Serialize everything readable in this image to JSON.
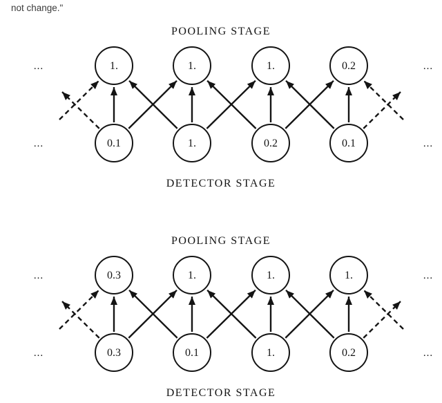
{
  "page": {
    "fragment_text": "not change.\""
  },
  "colors": {
    "ink": "#141414",
    "background": "#ffffff"
  },
  "diagrams": [
    {
      "pooling_title": "POOLING STAGE",
      "detector_title": "DETECTOR STAGE",
      "ellipsis": "...",
      "pooling_values": [
        "1.",
        "1.",
        "1.",
        "0.2"
      ],
      "detector_values": [
        "0.1",
        "1.",
        "0.2",
        "0.1"
      ]
    },
    {
      "pooling_title": "POOLING STAGE",
      "detector_title": "DETECTOR STAGE",
      "ellipsis": "...",
      "pooling_values": [
        "0.3",
        "1.",
        "1.",
        "1."
      ],
      "detector_values": [
        "0.3",
        "0.1",
        "1.",
        "0.2"
      ]
    }
  ]
}
